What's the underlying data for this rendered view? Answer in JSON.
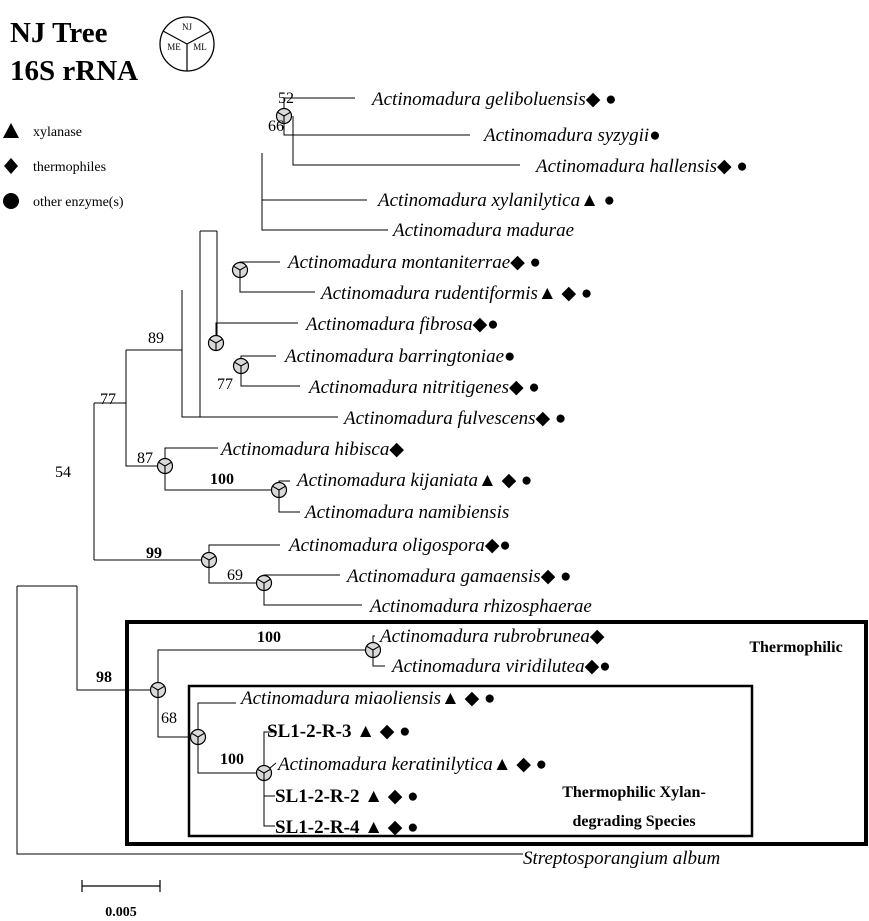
{
  "title": {
    "line1": "NJ Tree",
    "line2": "16S rRNA"
  },
  "method_badge": {
    "top": "NJ",
    "left": "ME",
    "right": "ML"
  },
  "legend": [
    {
      "shape": "triangle",
      "label": "xylanase"
    },
    {
      "shape": "diamond",
      "label": "thermophiles"
    },
    {
      "shape": "circle",
      "label": "other enzyme(s)"
    }
  ],
  "leaves": [
    {
      "name": "Actinomadura geliboluensis",
      "symbols": "◆ ●"
    },
    {
      "name": "Actinomadura syzygii",
      "symbols": "●"
    },
    {
      "name": "Actinomadura hallensis",
      "symbols": "◆ ●"
    },
    {
      "name": "Actinomadura xylanilytica",
      "symbols": "▲ ●"
    },
    {
      "name": "Actinomadura madurae",
      "symbols": ""
    },
    {
      "name": "Actinomadura montaniterrae",
      "symbols": "◆ ●"
    },
    {
      "name": "Actinomadura rudentiformis",
      "symbols": "▲ ◆ ●"
    },
    {
      "name": "Actinomadura fibrosa",
      "symbols": "◆●"
    },
    {
      "name": "Actinomadura barringtoniae",
      "symbols": "●"
    },
    {
      "name": "Actinomadura nitritigenes",
      "symbols": "◆ ●"
    },
    {
      "name": "Actinomadura fulvescens",
      "symbols": "◆ ●"
    },
    {
      "name": "Actinomadura hibisca",
      "symbols": "◆"
    },
    {
      "name": "Actinomadura kijaniata",
      "symbols": "▲ ◆ ●"
    },
    {
      "name": "Actinomadura namibiensis",
      "symbols": ""
    },
    {
      "name": "Actinomadura oligospora",
      "symbols": "◆●"
    },
    {
      "name": "Actinomadura gamaensis",
      "symbols": "◆ ●"
    },
    {
      "name": "Actinomadura rhizosphaerae",
      "symbols": ""
    },
    {
      "name": "Actinomadura rubrobrunea",
      "symbols": "◆"
    },
    {
      "name": "Actinomadura viridilutea",
      "symbols": "◆●"
    },
    {
      "name": "Actinomadura miaoliensis",
      "symbols": "▲ ◆ ●"
    },
    {
      "name": "SL1-2-R-3",
      "symbols": "▲ ◆ ●",
      "is_strain": true
    },
    {
      "name": "Actinomadura keratinilytica",
      "symbols": "▲ ◆ ●"
    },
    {
      "name": "SL1-2-R-2",
      "symbols": "▲ ◆ ●",
      "is_strain": true
    },
    {
      "name": "SL1-2-R-4",
      "symbols": "▲ ◆ ●",
      "is_strain": true
    },
    {
      "name": "Streptosporangium album",
      "symbols": ""
    }
  ],
  "bootstrap": [
    {
      "value": "52",
      "bold": false
    },
    {
      "value": "66",
      "bold": false
    },
    {
      "value": "89",
      "bold": false
    },
    {
      "value": "77",
      "bold": false
    },
    {
      "value": "77",
      "bold": false
    },
    {
      "value": "54",
      "bold": false
    },
    {
      "value": "87",
      "bold": false
    },
    {
      "value": "100",
      "bold": true
    },
    {
      "value": "99",
      "bold": true
    },
    {
      "value": "69",
      "bold": false
    },
    {
      "value": "100",
      "bold": true
    },
    {
      "value": "98",
      "bold": true
    },
    {
      "value": "68",
      "bold": false
    },
    {
      "value": "100",
      "bold": true
    }
  ],
  "boxes": [
    {
      "label_lines": [
        "Thermophilic"
      ]
    },
    {
      "label_lines": [
        "Thermophilic Xylan-",
        "degrading Species"
      ]
    }
  ],
  "scale_bar": {
    "label": "0.005"
  }
}
